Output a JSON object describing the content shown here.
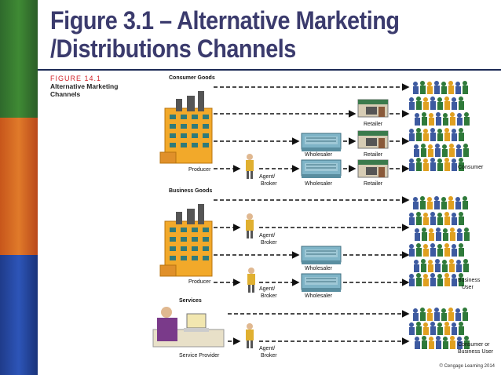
{
  "slide": {
    "title_line1": "Figure 3.1 – Alternative Marketing",
    "title_line2": "/Distributions Channels",
    "figure_number": "FIGURE 14.1",
    "figure_caption_line1": "Alternative Marketing",
    "figure_caption_line2": "Channels",
    "credit": "© Cengage Learning 2014"
  },
  "sections": {
    "consumer": "Consumer Goods",
    "business": "Business Goods",
    "services": "Services"
  },
  "nodes": {
    "producer": "Producer",
    "agent_line1": "Agent/",
    "agent_line2": "Broker",
    "wholesaler": "Wholesaler",
    "retailer": "Retailer",
    "consumer": "Consumer",
    "business_user_line1": "Business",
    "business_user_line2": "User",
    "service_provider": "Service Provider",
    "consumer_or_line1": "Consumer or",
    "consumer_or_line2": "Business User"
  },
  "colors": {
    "title": "#3b3b6d",
    "figure_number": "#d2242b",
    "arrow": "#111111",
    "factory": "#f2a92a",
    "wholesaler": "#7fb4c7",
    "retailer_awning": "#3b7a4c"
  }
}
